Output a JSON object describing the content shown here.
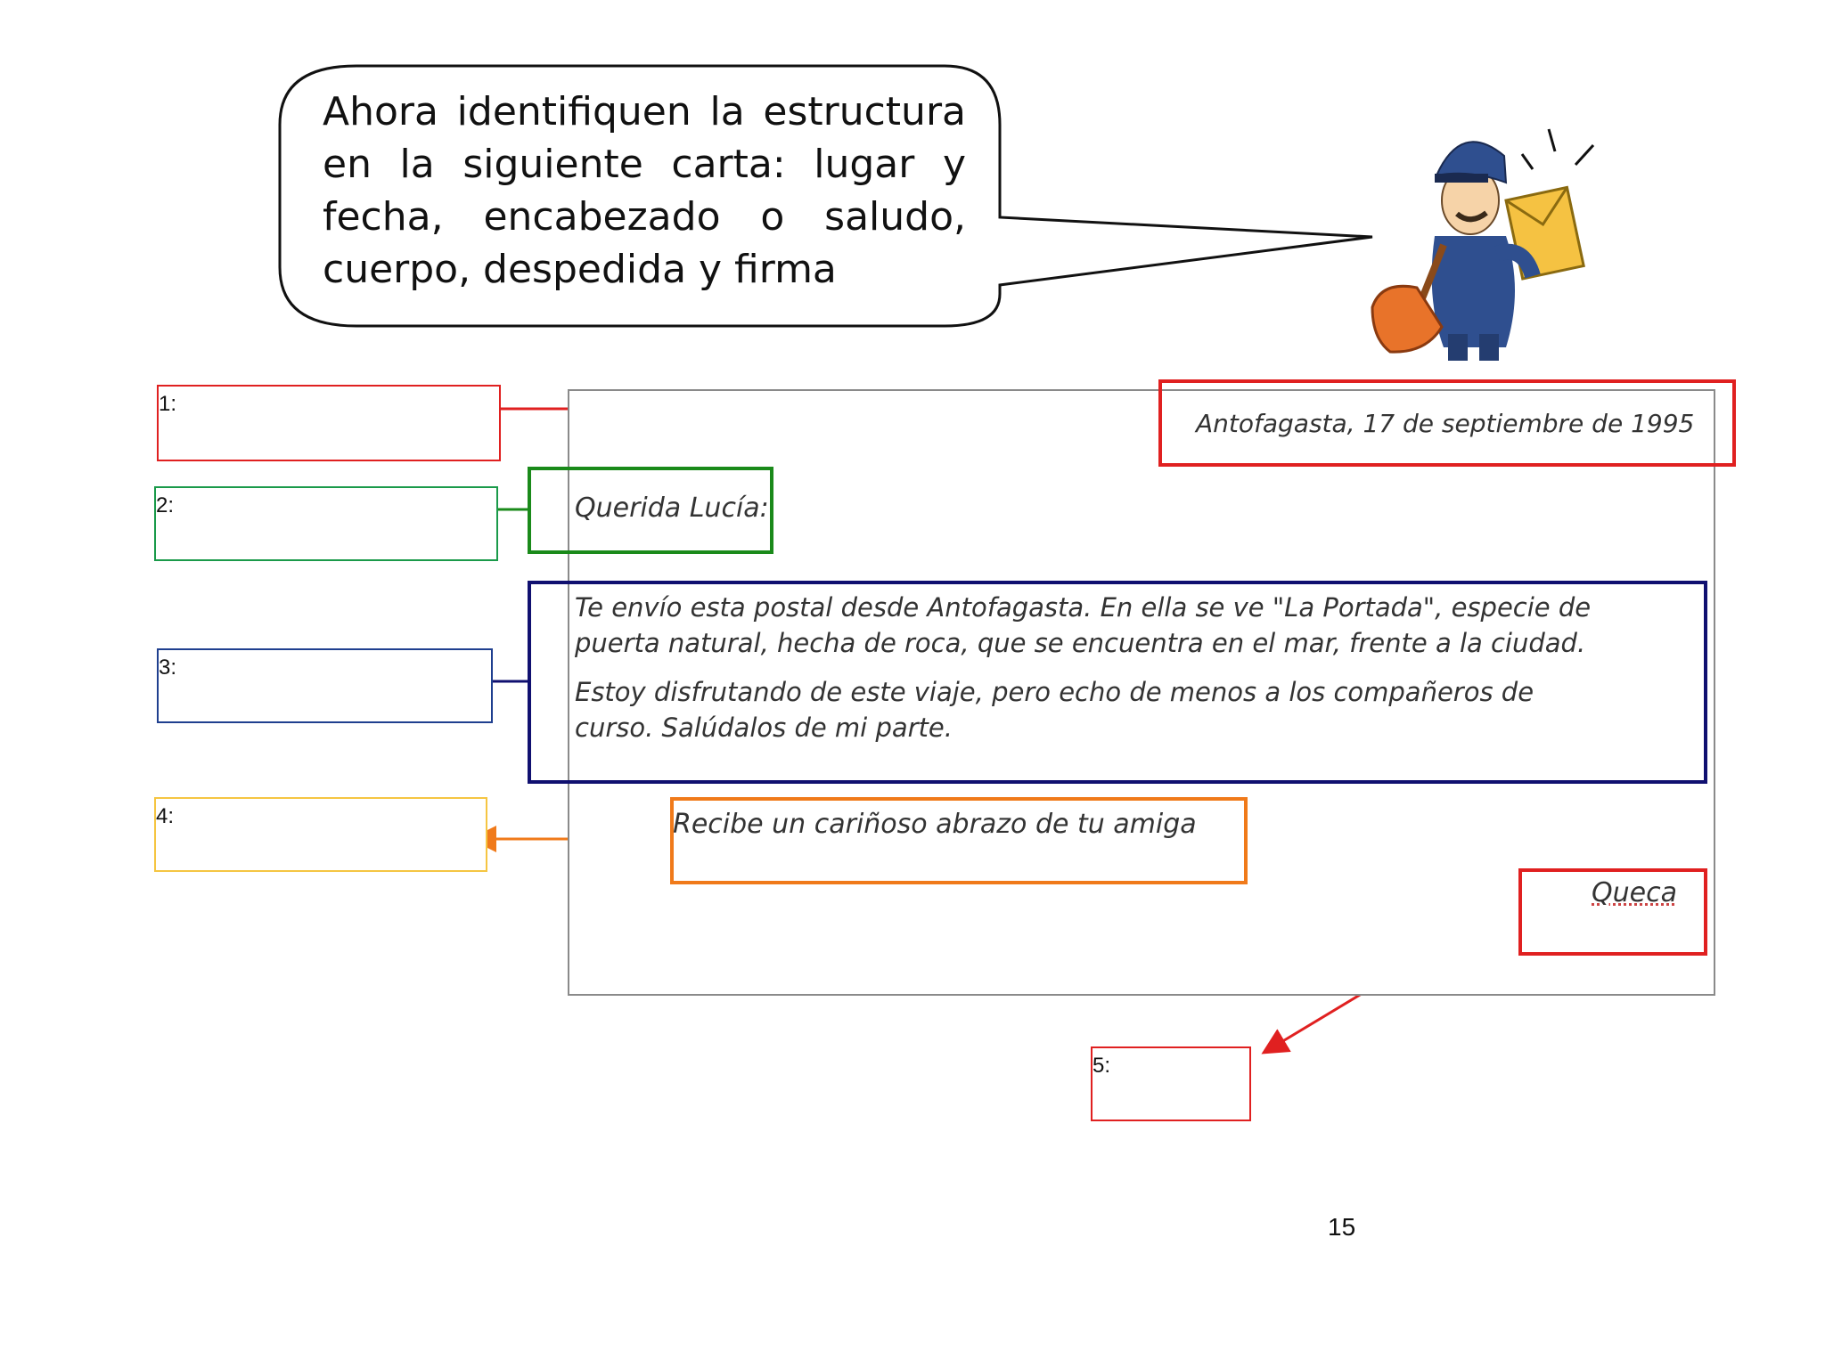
{
  "instruction": {
    "text": "Ahora identifiquen la estructura en la siguiente carta: lugar y fecha, encabezado  o saludo, cuerpo, despedida y firma"
  },
  "illustration": {
    "icon": "mail-carrier-icon"
  },
  "answer_boxes": [
    {
      "label": "1:",
      "color": "#e02020"
    },
    {
      "label": "2:",
      "color": "#1a9a4a"
    },
    {
      "label": "3:",
      "color": "#1f3f8f"
    },
    {
      "label": "4:",
      "color": "#f5c542"
    },
    {
      "label": "5:",
      "color": "#e02020"
    }
  ],
  "letter": {
    "place_date": "Antofagasta, 17 de septiembre de 1995",
    "greeting": "Querida Lucía:",
    "body_p1_line1": "Te envío esta postal desde Antofagasta. En ella se ve \"La Portada\", especie de",
    "body_p1_line2": "puerta natural, hecha de roca, que se encuentra en el mar, frente a la ciudad.",
    "body_p2_line1": "Estoy disfrutando de este viaje, pero echo de menos a los compañeros de",
    "body_p2_line2": "curso. Salúdalos de mi parte.",
    "closing": "Recibe un cariñoso abrazo de tu amiga",
    "signature": "Queca"
  },
  "highlight_colors": {
    "place_date": "#e02020",
    "greeting": "#1a8a1a",
    "body": "#101070",
    "closing": "#f07a1a",
    "signature": "#e02020"
  },
  "page_number": "15"
}
